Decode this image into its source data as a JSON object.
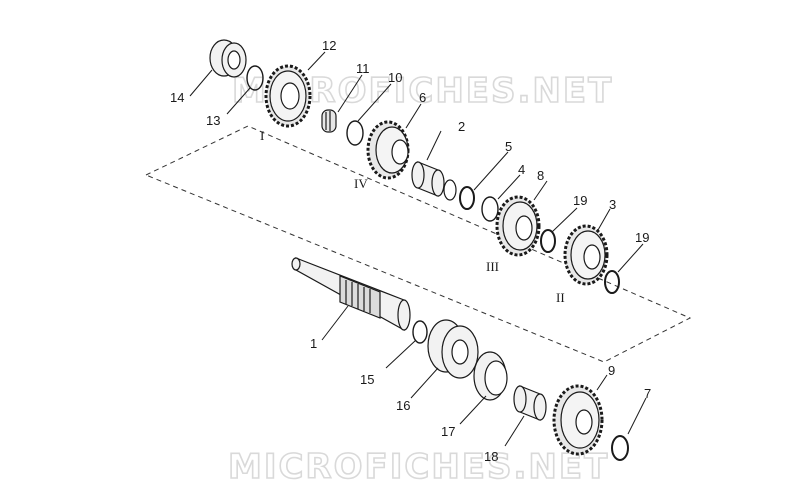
{
  "watermarks": {
    "top": "MICROFICHES.NET",
    "bottom": "MICROFICHES.NET"
  },
  "callouts": [
    "1",
    "2",
    "3",
    "4",
    "5",
    "6",
    "7",
    "8",
    "9",
    "10",
    "11",
    "12",
    "13",
    "14",
    "15",
    "16",
    "17",
    "18",
    "19",
    "19"
  ],
  "gear_labels": [
    "I",
    "II",
    "III",
    "IV"
  ],
  "colors": {
    "line": "#1a1a1a",
    "part_fill": "#f2f2f2",
    "watermark_stroke": "#d9d9d9"
  }
}
